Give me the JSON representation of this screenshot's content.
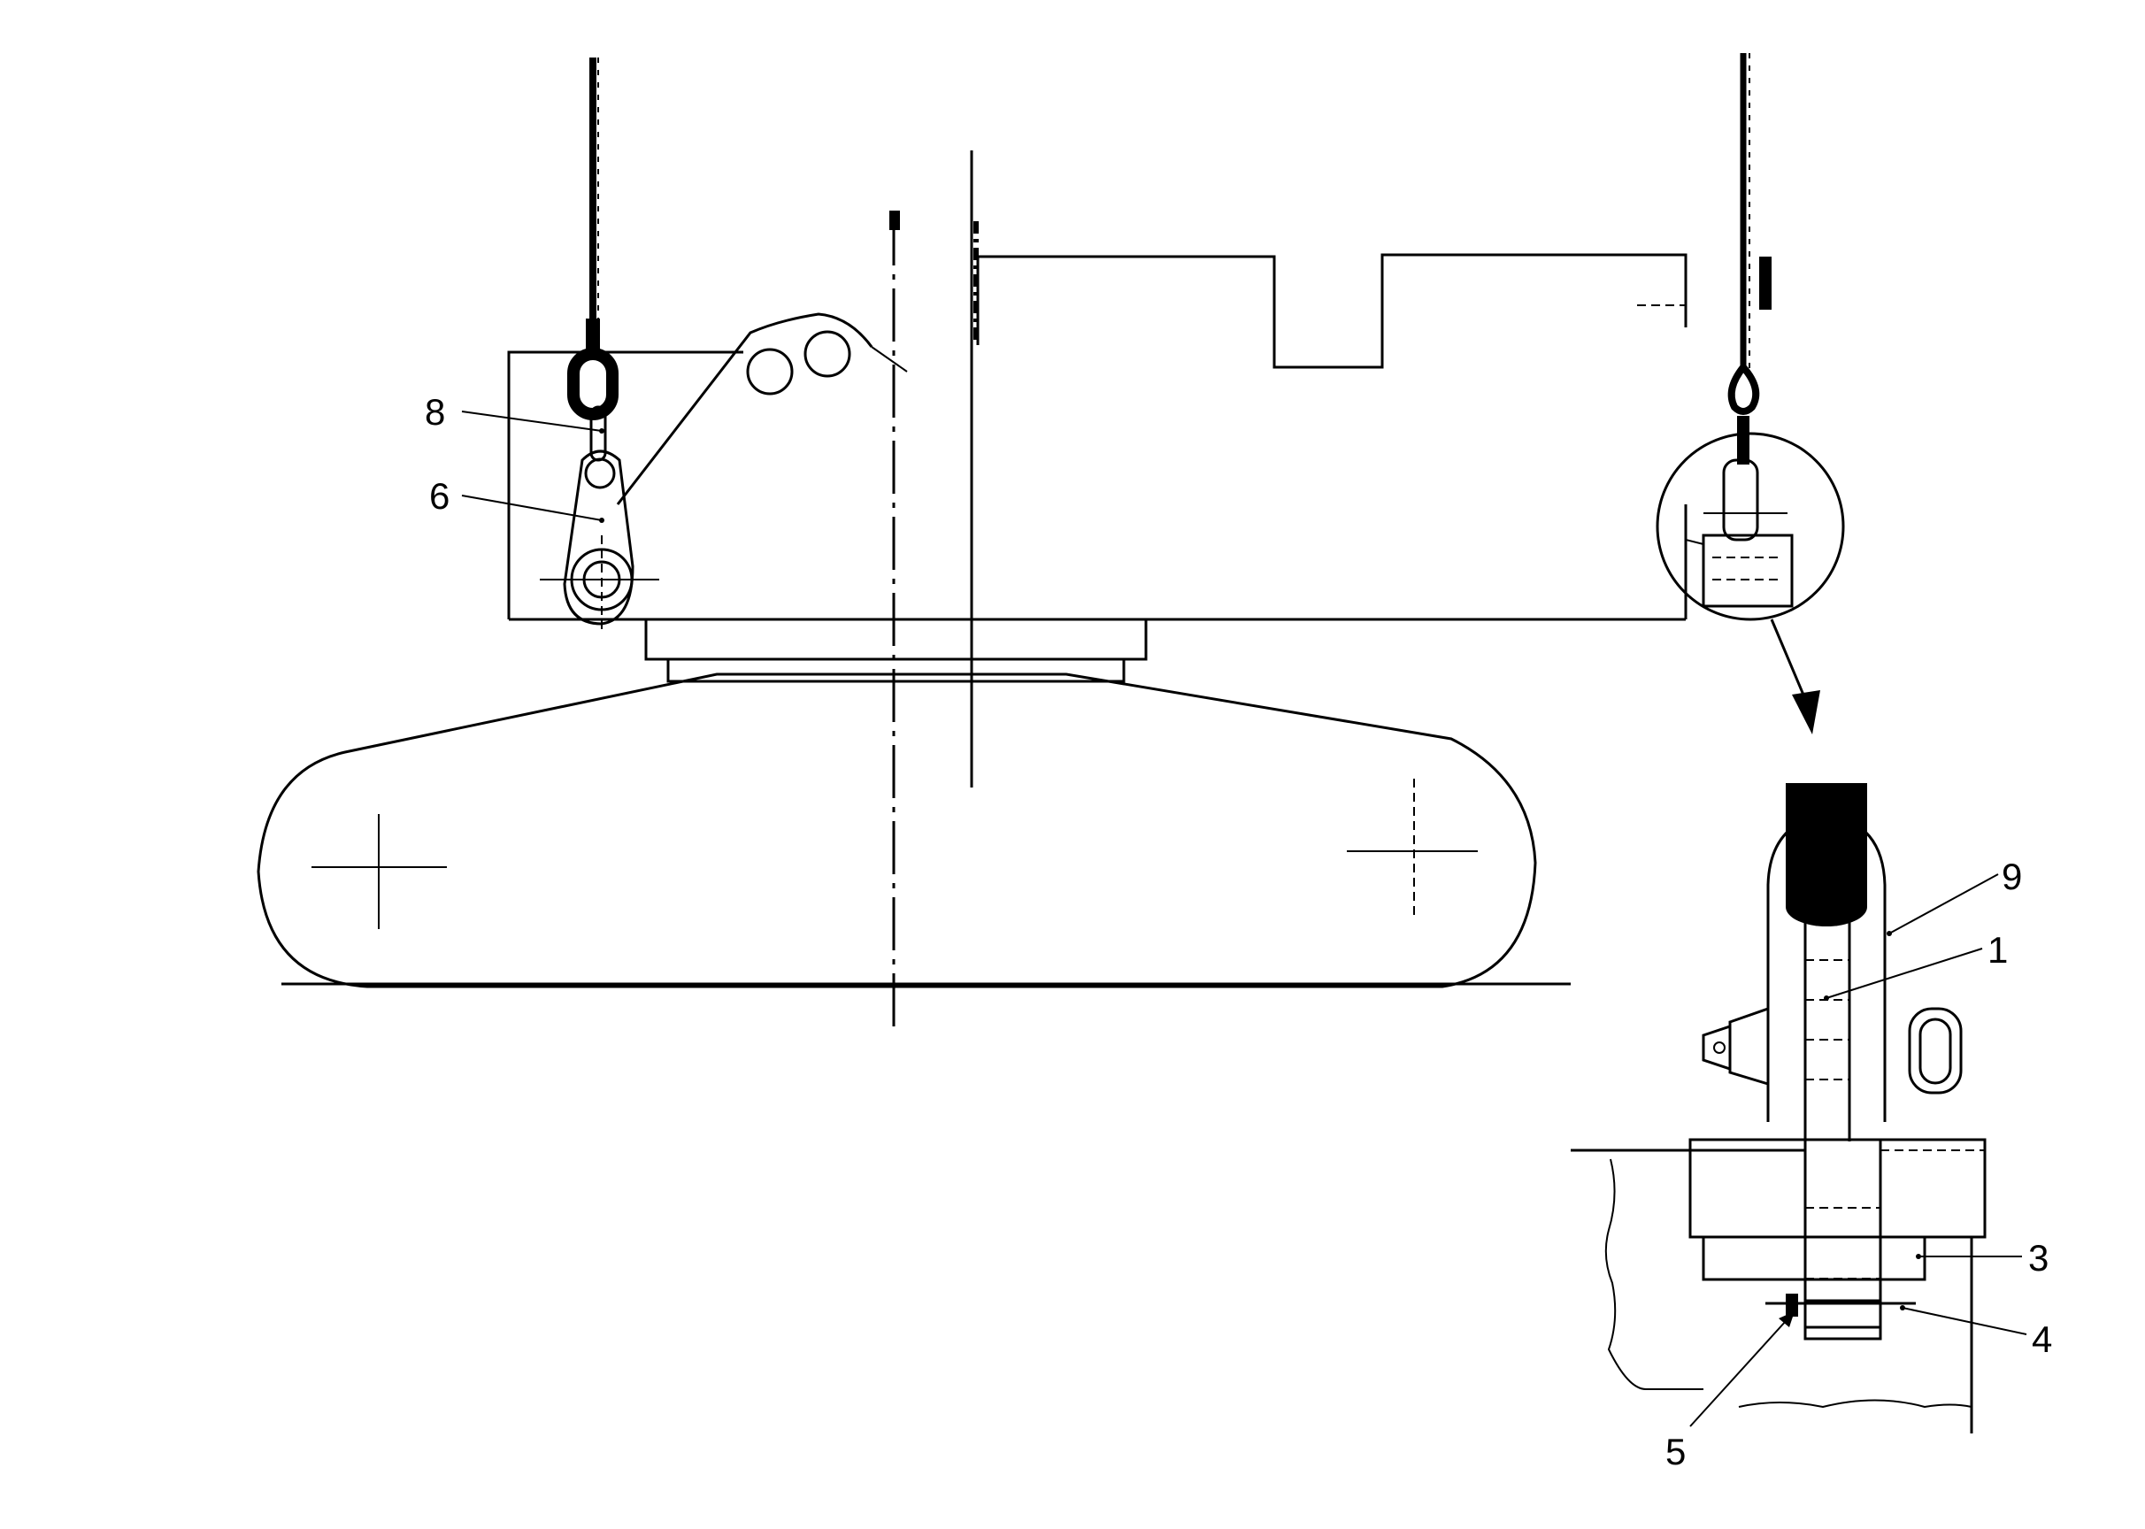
{
  "diagram": {
    "callouts": {
      "c1": "1",
      "c3": "3",
      "c4": "4",
      "c5": "5",
      "c6": "6",
      "c8": "8",
      "c9": "9"
    }
  }
}
